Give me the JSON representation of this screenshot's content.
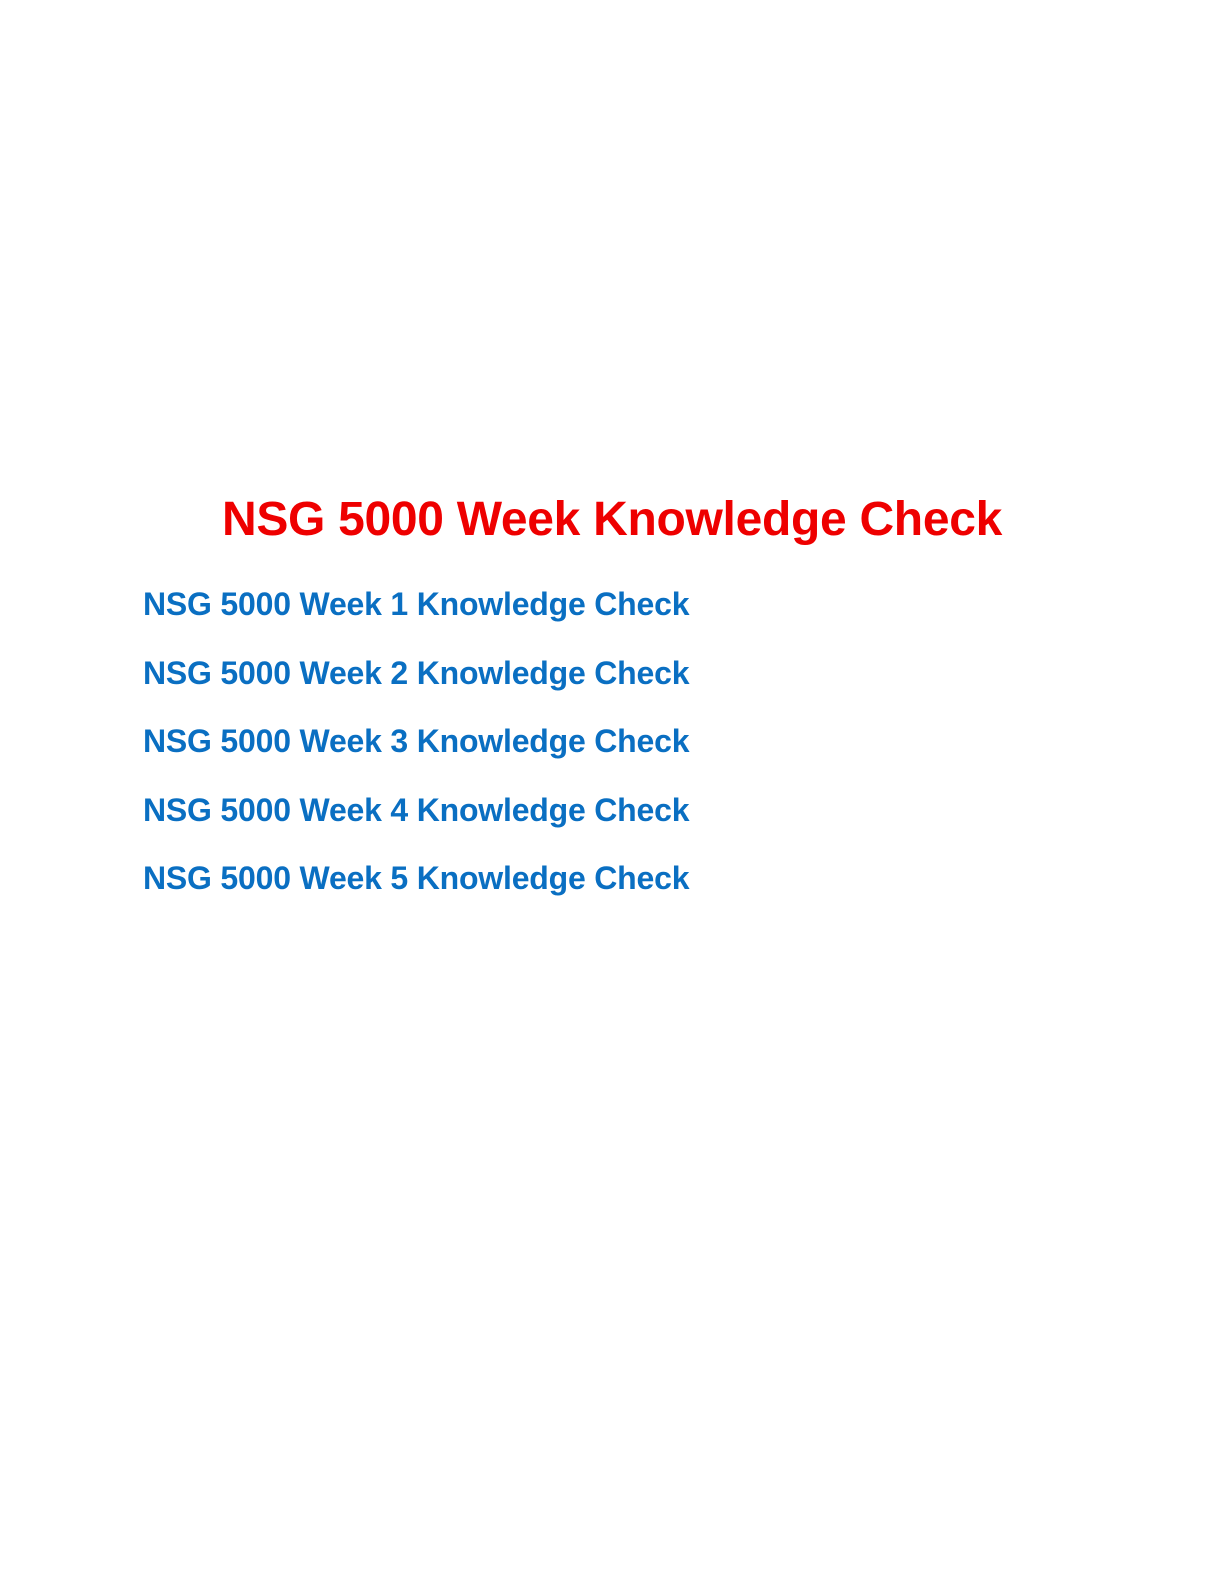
{
  "document": {
    "title": "NSG 5000 Week Knowledge Check",
    "title_color": "#ee0000",
    "link_color": "#0a6fc2",
    "links": [
      "NSG 5000 Week 1 Knowledge Check",
      "NSG 5000 Week 2 Knowledge Check",
      "NSG 5000 Week 3 Knowledge Check",
      "NSG 5000 Week 4 Knowledge Check",
      "NSG 5000 Week 5 Knowledge Check"
    ]
  }
}
